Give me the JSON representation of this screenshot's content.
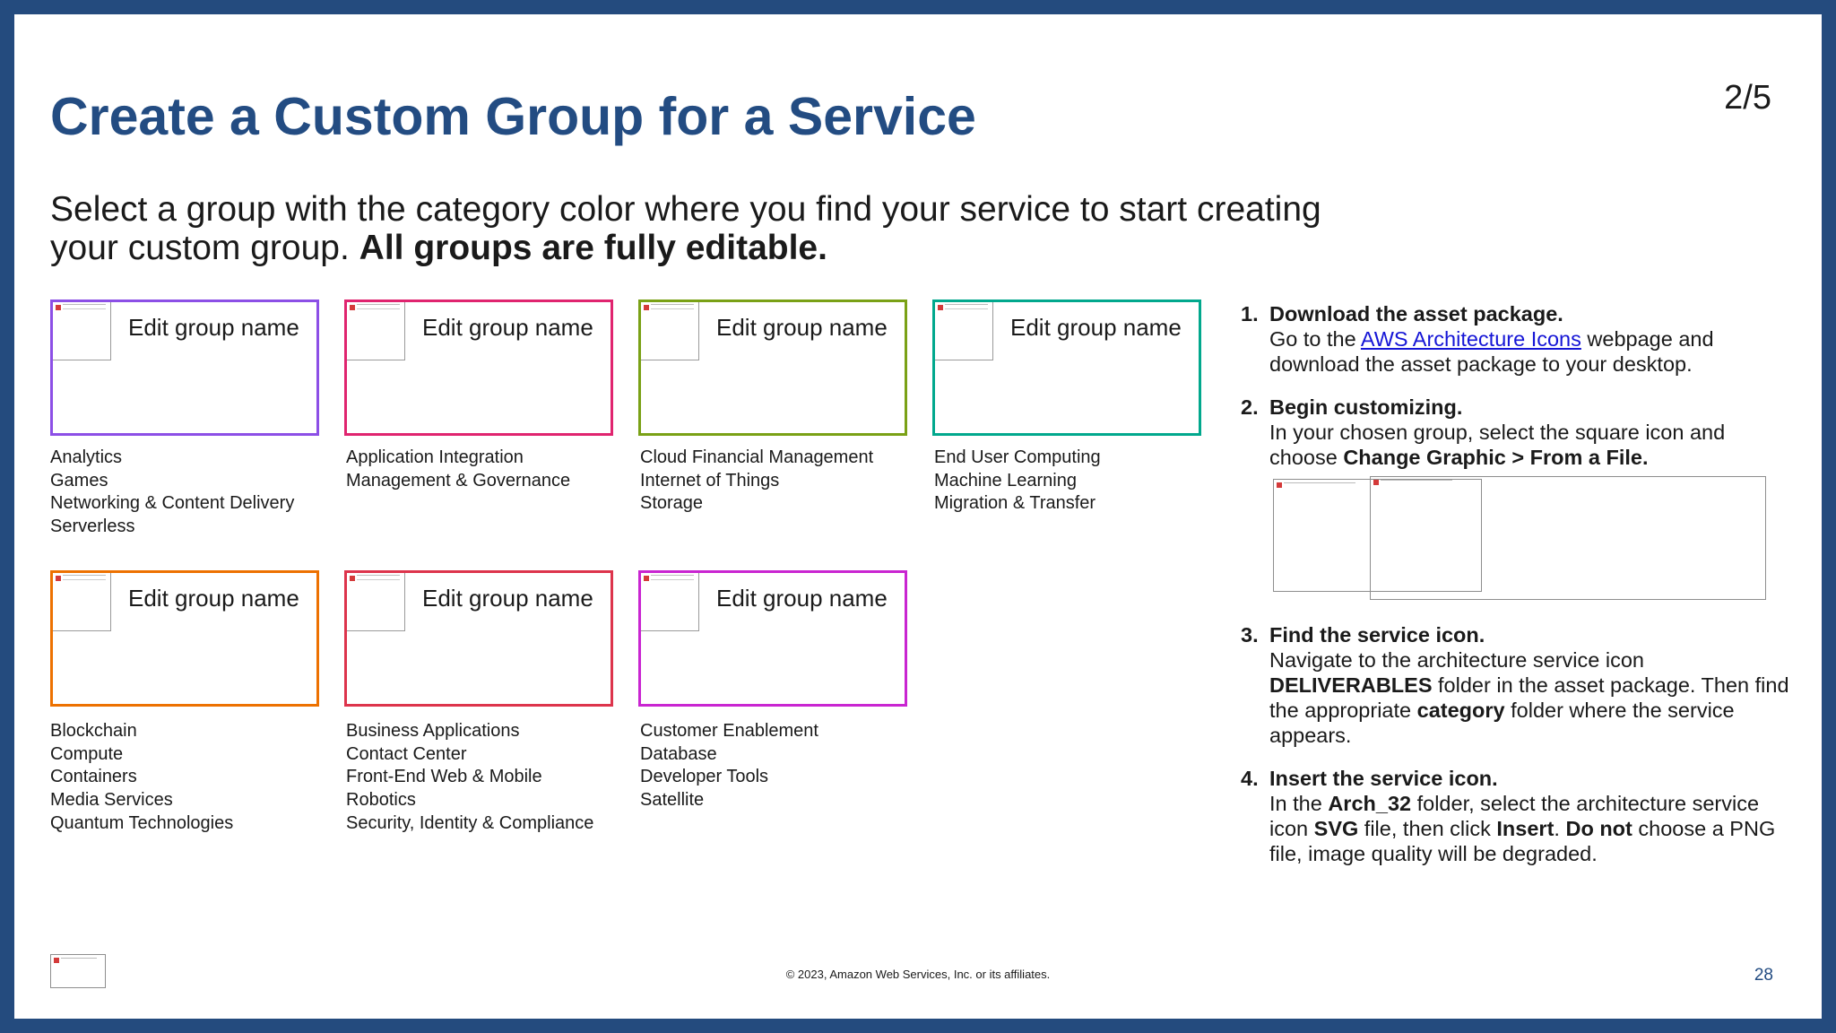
{
  "title": "Create a Custom Group for a Service",
  "page_counter": "2/5",
  "subtitle": {
    "text": "Select a group with the category color where you find your service to start creating your custom group.",
    "bold": "All groups are fully editable."
  },
  "groups": [
    {
      "label": "Edit group name",
      "color": "#8c4fe6",
      "categories": [
        "Analytics",
        "Games",
        "Networking & Content Delivery",
        "Serverless"
      ]
    },
    {
      "label": "Edit group name",
      "color": "#e0246f",
      "categories": [
        "Application Integration",
        "Management & Governance"
      ]
    },
    {
      "label": "Edit group name",
      "color": "#7aa116",
      "categories": [
        "Cloud Financial Management",
        "Internet of Things",
        "Storage"
      ]
    },
    {
      "label": "Edit group name",
      "color": "#01a88d",
      "categories": [
        "End User Computing",
        "Machine Learning",
        "Migration & Transfer"
      ]
    },
    {
      "label": "Edit group name",
      "color": "#ed7100",
      "categories": [
        "Blockchain",
        "Compute",
        "Containers",
        "Media Services",
        "Quantum Technologies"
      ]
    },
    {
      "label": "Edit group name",
      "color": "#dd344c",
      "categories": [
        "Business Applications",
        "Contact Center",
        "Front-End Web & Mobile",
        "Robotics",
        "Security, Identity & Compliance"
      ]
    },
    {
      "label": "Edit group name",
      "color": "#c925d1",
      "categories": [
        "Customer Enablement",
        "Database",
        "Developer Tools",
        "Satellite"
      ]
    }
  ],
  "steps": [
    {
      "number": "1.",
      "heading": "Download the asset package.",
      "body_before": "Go to the ",
      "link": "AWS Architecture Icons",
      "body_after": " webpage and download the asset package to your desktop."
    },
    {
      "number": "2.",
      "heading": "Begin customizing.",
      "body_before": "In your chosen group, select the square icon and choose ",
      "bold": "Change Graphic > From a File."
    },
    {
      "number": "3.",
      "heading": "Find the service icon.",
      "line1": "Navigate to the architecture service icon",
      "bold1": "DELIVERABLES",
      "line2": " folder in the asset package. Then find the appropriate ",
      "bold2": "category",
      "line3": " folder where the service appears."
    },
    {
      "number": "4.",
      "heading": "Insert the service icon.",
      "t1": "In the ",
      "b1": "Arch_32",
      "t2": " folder, select the architecture service icon ",
      "b2": "SVG",
      "t3": " file, then click ",
      "b3": "Insert",
      "t4": ". ",
      "b4": "Do not",
      "t5": " choose a PNG file, image quality will be degraded."
    }
  ],
  "footer": {
    "copyright": "© 2023, Amazon Web Services, Inc. or its affiliates.",
    "page_number": "28"
  },
  "colors": {
    "frame": "#244b7e",
    "title": "#234c82",
    "link": "#1515d6"
  }
}
